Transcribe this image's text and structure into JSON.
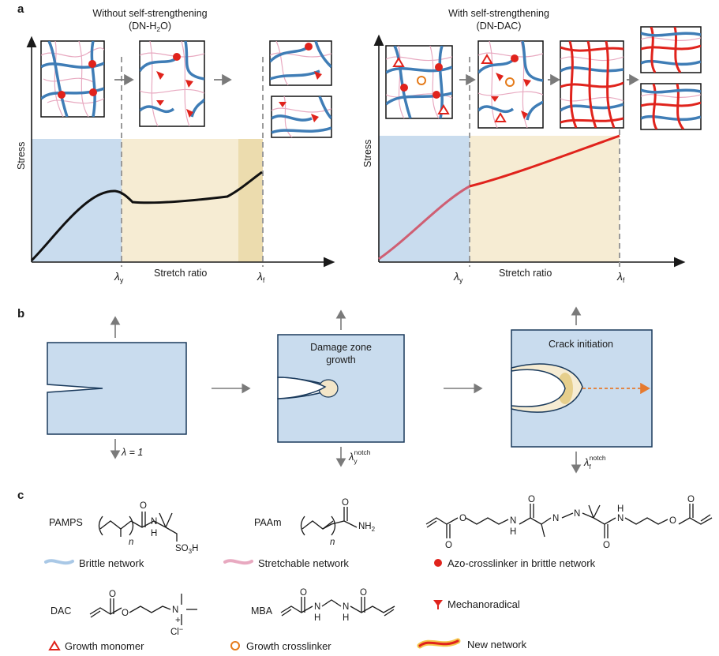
{
  "panel_a": {
    "letter": "a",
    "left": {
      "title_line1": "Without self-strengthening",
      "title_line2_pre": "(DN-H",
      "title_line2_sub": "2",
      "title_line2_post": "O)",
      "ylabel": "Stress",
      "xlabel": "Stretch ratio",
      "lambda_y_sub": "y",
      "lambda_f_sub": "f"
    },
    "right": {
      "title_line1": "With self-strengthening",
      "title_line2": "(DN-DAC)",
      "ylabel": "Stress",
      "xlabel": "Stretch ratio",
      "lambda_y_sub": "y",
      "lambda_f_sub": "f"
    },
    "lambda_symbol": "λ"
  },
  "panel_b": {
    "letter": "b",
    "stage1_label": "λ = 1",
    "stage2_title_line1": "Damage zone",
    "stage2_title_line2": "growth",
    "stage2_label_sub": "y",
    "stage2_label_sup": "notch",
    "stage3_title": "Crack initiation",
    "stage3_label_sub": "f",
    "stage3_label_sup": "notch",
    "lambda_symbol": "λ"
  },
  "panel_c": {
    "letter": "c",
    "pamps": "PAMPS",
    "paam": "PAAm",
    "dac": "DAC",
    "mba": "MBA",
    "atom_O": "O",
    "atom_N": "N",
    "atom_H": "H",
    "atom_NH2": "NH",
    "sub_2": "2",
    "so3h": "SO",
    "sub_3": "3",
    "atom_Hend": "H",
    "atom_n": "n",
    "atom_Nplus": "N",
    "plus": "+",
    "chloride": "Cl",
    "minus": "−",
    "legend": {
      "brittle": "Brittle network",
      "stretchable": "Stretchable network",
      "azo": "Azo-crosslinker in brittle network",
      "mechanoradical": "Mechanoradical",
      "growth_monomer": "Growth monomer",
      "growth_crosslinker": "Growth crosslinker",
      "new_network": "New network"
    }
  },
  "colors": {
    "blue_fill": "#c9dcee",
    "tan_fill": "#f6ecd3",
    "tan_dark": "#ecdcae",
    "brittle_blue": "#3f7db6",
    "pink": "#e8a9c0",
    "red": "#e0231c",
    "curve_pink": "#cf5f73",
    "crack_blue": "#c9dcee"
  }
}
